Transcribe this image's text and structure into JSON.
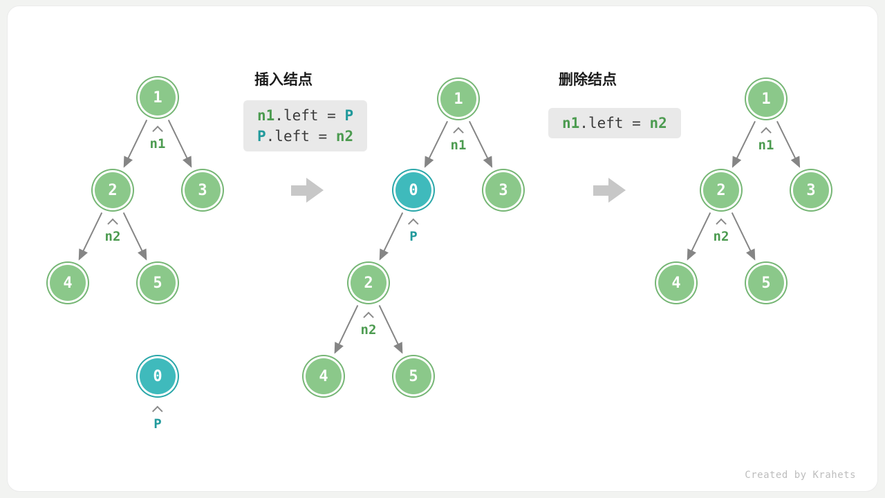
{
  "colors": {
    "node_green_fill": "#8bc88a",
    "node_green_ring": "#76b675",
    "node_teal_fill": "#3fbabc",
    "node_teal_ring": "#2aa7a9",
    "label_green": "#4c9b50",
    "label_teal": "#219a9c",
    "edge_gray": "#858585",
    "code_box_bg": "#e9e9e9",
    "big_arrow_gray": "#c7c7c7"
  },
  "sections": {
    "insert": {
      "title": "插入结点",
      "code_lines": [
        {
          "t1": "n1",
          "t2": ".left = ",
          "t3": "P"
        },
        {
          "t1": "P",
          "t2": ".left = ",
          "t3": "n2"
        }
      ]
    },
    "delete": {
      "title": "删除结点",
      "code_lines": [
        {
          "t1": "n1",
          "t2": ".left = ",
          "t3": "n2"
        }
      ]
    }
  },
  "labels": {
    "n1": "n1",
    "n2": "n2",
    "p": "P"
  },
  "trees": {
    "before": {
      "node_values": {
        "v1": "1",
        "v2": "2",
        "v3": "3",
        "v4": "4",
        "v5": "5",
        "v0": "0"
      }
    },
    "after_insert": {
      "node_values": {
        "v1": "1",
        "v0": "0",
        "v3": "3",
        "v2": "2",
        "v4": "4",
        "v5": "5"
      }
    },
    "after_delete": {
      "node_values": {
        "v1": "1",
        "v2": "2",
        "v3": "3",
        "v4": "4",
        "v5": "5"
      }
    }
  },
  "watermark": "Created by Krahets"
}
